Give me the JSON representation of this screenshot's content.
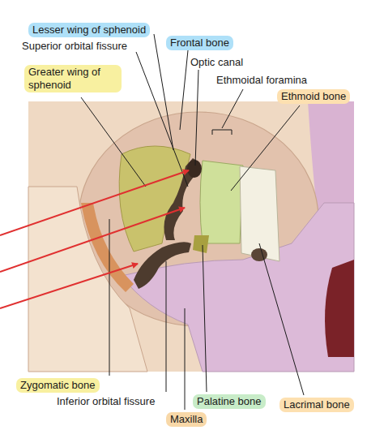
{
  "diagram": {
    "labels": [
      "Lesser wing of sphenoid",
      "Superior orbital fissure",
      "Frontal bone",
      "Optic canal",
      "Greater wing of sphenoid",
      "Ethmoidal foramina",
      "Ethmoid bone",
      "Zygomatic bone",
      "Inferior orbital fissure",
      "Palatine bone",
      "Lacrimal bone",
      "Maxilla"
    ]
  }
}
